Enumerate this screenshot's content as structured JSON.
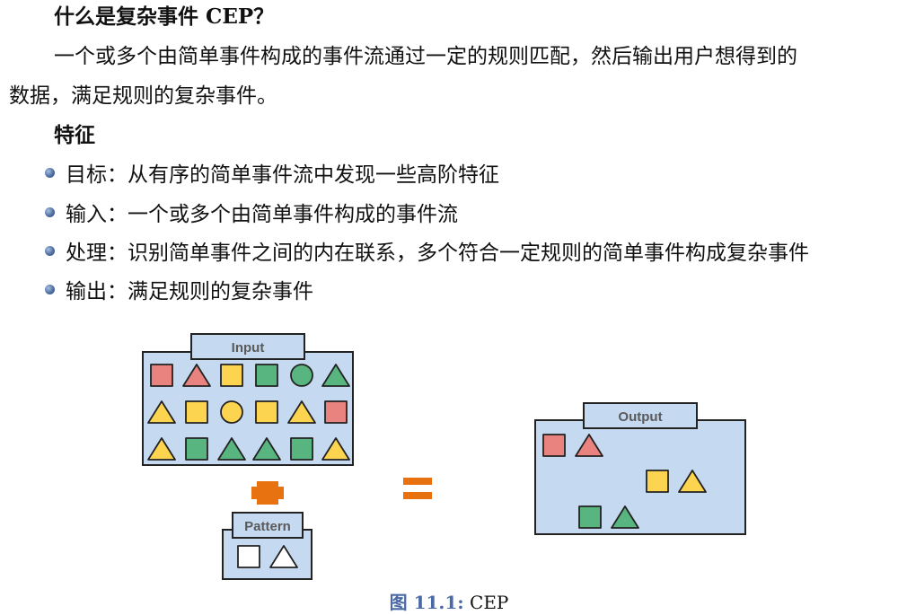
{
  "section": {
    "title": "什么是复杂事件 CEP？",
    "definition_line1": "一个或多个由简单事件构成的事件流通过一定的规则匹配，然后输出用户想得到的",
    "definition_line2": "数据，满足规则的复杂事件。"
  },
  "features": {
    "title": "特征",
    "items": [
      {
        "text": "目标：从有序的简单事件流中发现一些高阶特征"
      },
      {
        "text": "输入：一个或多个由简单事件构成的事件流"
      },
      {
        "text": "处理：识别简单事件之间的内在联系，多个符合一定规则的简单事件构成复杂事件"
      },
      {
        "text": "输出：满足规则的复杂事件"
      }
    ]
  },
  "diagram": {
    "input_label": "Input",
    "pattern_label": "Pattern",
    "output_label": "Output",
    "colors": {
      "panel_fill": "#c5d9f0",
      "panel_stroke": "#222222",
      "red": "#e8837f",
      "yellow": "#fcd44f",
      "green": "#58b580",
      "operator": "#e8720f",
      "outline": "#ffffff"
    },
    "input_grid": [
      [
        {
          "shape": "square",
          "color": "red"
        },
        {
          "shape": "triangle",
          "color": "red"
        },
        {
          "shape": "square",
          "color": "yellow"
        },
        {
          "shape": "square",
          "color": "green"
        },
        {
          "shape": "circle",
          "color": "green"
        },
        {
          "shape": "triangle",
          "color": "green"
        }
      ],
      [
        {
          "shape": "triangle",
          "color": "yellow"
        },
        {
          "shape": "square",
          "color": "yellow"
        },
        {
          "shape": "circle",
          "color": "yellow"
        },
        {
          "shape": "square",
          "color": "yellow"
        },
        {
          "shape": "triangle",
          "color": "yellow"
        },
        {
          "shape": "square",
          "color": "red"
        }
      ],
      [
        {
          "shape": "triangle",
          "color": "yellow"
        },
        {
          "shape": "square",
          "color": "green"
        },
        {
          "shape": "triangle",
          "color": "green"
        },
        {
          "shape": "triangle",
          "color": "green"
        },
        {
          "shape": "square",
          "color": "green"
        },
        {
          "shape": "triangle",
          "color": "yellow"
        }
      ]
    ],
    "pattern_shapes": [
      {
        "shape": "square",
        "color": "outline"
      },
      {
        "shape": "triangle",
        "color": "outline"
      }
    ],
    "output_pairs": [
      {
        "color": "red"
      },
      {
        "color": "yellow"
      },
      {
        "color": "green"
      }
    ],
    "operators": [
      "plus",
      "equals"
    ]
  },
  "caption": {
    "label": "图 11.1:",
    "text": "CEP"
  }
}
